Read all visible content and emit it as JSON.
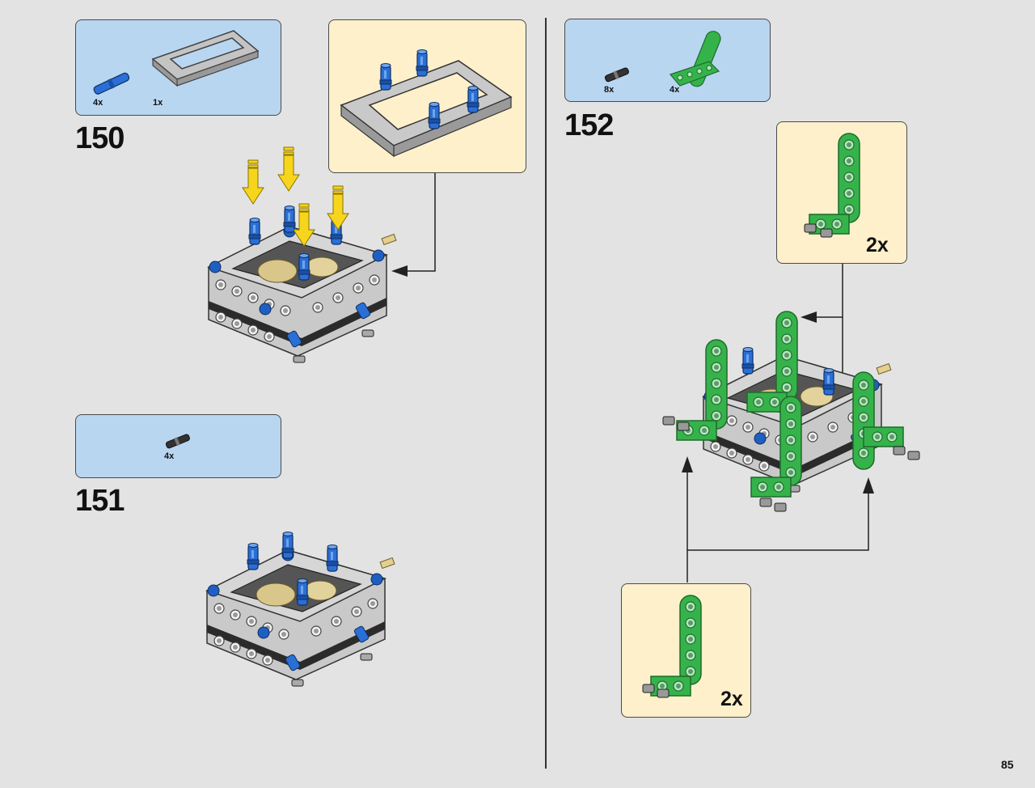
{
  "page_number": "85",
  "colors": {
    "background": "#e3e3e3",
    "parts_box": "#b9d6f1",
    "callout": "#fdf0cb",
    "pin_blue": "#1f5fc1",
    "beam_green": "#33b54a",
    "frame_gray": "#b8b8b8",
    "arrow_yellow": "#f6d51c"
  },
  "steps": [
    {
      "number": "150",
      "parts": [
        {
          "name": "blue-axle-pin-icon",
          "qty": "4x"
        },
        {
          "name": "gray-frame-5x7-icon",
          "qty": "1x"
        }
      ]
    },
    {
      "number": "151",
      "parts": [
        {
          "name": "black-friction-pin-icon",
          "qty": "4x"
        }
      ]
    },
    {
      "number": "152",
      "parts": [
        {
          "name": "black-friction-pin-icon",
          "qty": "8x"
        },
        {
          "name": "green-l-beam-icon",
          "qty": "4x"
        }
      ],
      "subassemblies": [
        {
          "multiplier": "2x"
        },
        {
          "multiplier": "2x"
        }
      ]
    }
  ]
}
